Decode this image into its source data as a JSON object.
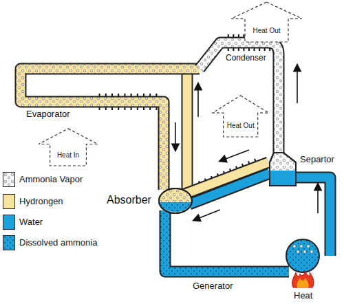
{
  "diagram": {
    "nodes": [
      {
        "text": [
          "Heat Out"
        ]
      },
      {
        "text": [
          "Heat Out"
        ]
      },
      {
        "text": [
          "Heat In"
        ]
      }
    ],
    "labels": [
      "Condenser",
      "Evaporator",
      "Absorber",
      "Separtor",
      "Generator",
      "Heat"
    ],
    "legend": [
      {
        "text": "Ammonia Vapor"
      },
      {
        "text": "Hydrongen",
        "color": "#f8e3a0"
      },
      {
        "text": "Water",
        "color": "#1da1dc"
      },
      {
        "text": "Dissolved ammonia"
      }
    ]
  }
}
